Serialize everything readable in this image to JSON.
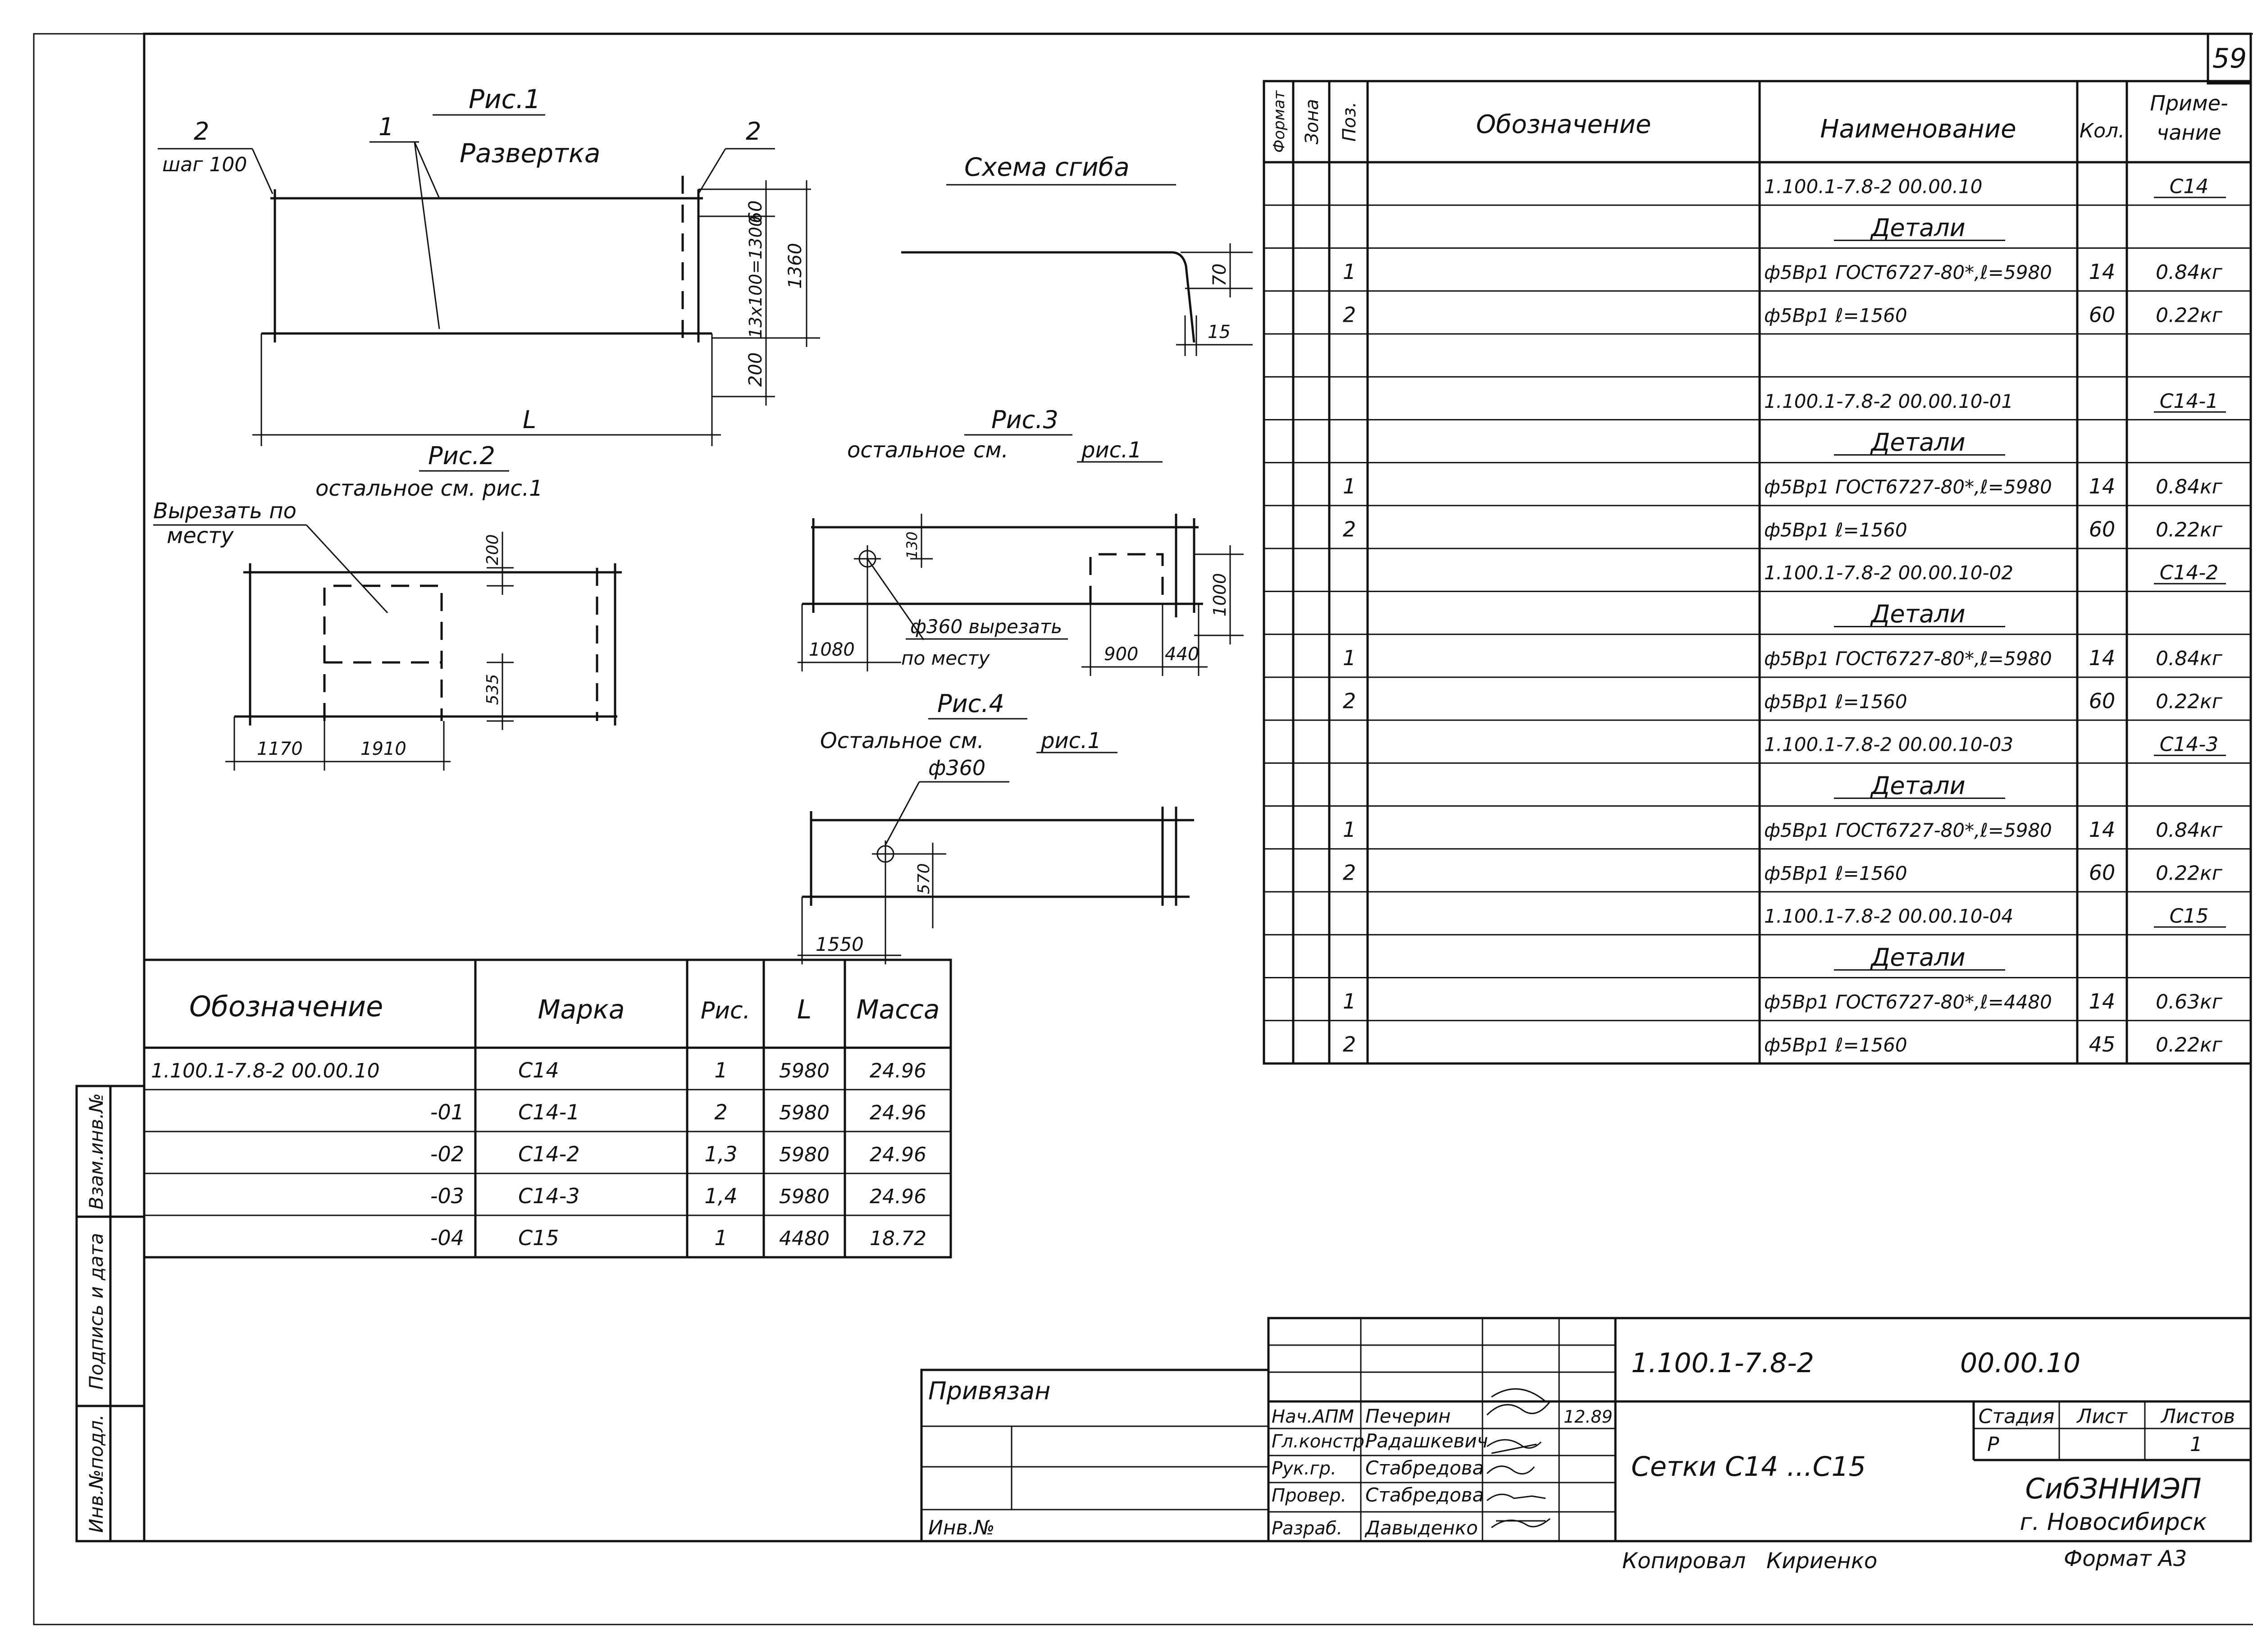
{
  "sheet_number": "59",
  "figures": {
    "fig1": {
      "title": "Рис.1",
      "subtitle": "Развертка",
      "callout_1": "1",
      "callout_2a": "2",
      "callout_2a_note": "шаг 100",
      "callout_2b": "2",
      "dim_60": "60",
      "dim_13x100": "13х100=1300",
      "dim_1360": "1360",
      "dim_200": "200",
      "dim_L": "L"
    },
    "bend": {
      "title": "Схема сгиба",
      "dim_70": "70",
      "dim_15": "15"
    },
    "fig2": {
      "title": "Рис.2",
      "note": "остальное см. рис.1",
      "cut_note_1": "Вырезать по",
      "cut_note_2": "месту",
      "dim_200": "200",
      "dim_535": "535",
      "dim_1170": "1170",
      "dim_1910": "1910"
    },
    "fig3": {
      "title": "Рис.3",
      "note_a": "остальное",
      "note_b": "см.",
      "note_c": "рис.1",
      "dim_130": "130",
      "dim_1000": "1000",
      "dim_1080": "1080",
      "dim_900": "900",
      "dim_440": "440",
      "cut_1": "ф360 вырезать",
      "cut_2": "по месту"
    },
    "fig4": {
      "title": "Рис.4",
      "note": "Остальное см.",
      "note_ref": "рис.1",
      "dia": "ф360",
      "dim_570": "570",
      "dim_1550": "1550"
    }
  },
  "spec": {
    "headers": {
      "format": "Формат",
      "zone": "Зона",
      "pos": "Поз.",
      "designation": "Обозначение",
      "name": "Наименование",
      "qty": "Кол.",
      "note": "Приме-\nчание"
    },
    "rows": [
      {
        "pos": "",
        "name": "1.100.1-7.8-2  00.00.10",
        "qty": "",
        "note": "С14",
        "kind": "doc"
      },
      {
        "pos": "",
        "name": "Детали",
        "qty": "",
        "note": "",
        "kind": "section"
      },
      {
        "pos": "1",
        "name": "ф5Вр1 ГОСТ6727-80*,ℓ=5980",
        "qty": "14",
        "note": "0.84кг",
        "kind": "item"
      },
      {
        "pos": "2",
        "name": "ф5Вр1        ℓ=1560",
        "qty": "60",
        "note": "0.22кг",
        "kind": "item"
      },
      {
        "pos": "",
        "name": "",
        "qty": "",
        "note": "",
        "kind": "blank"
      },
      {
        "pos": "",
        "name": "1.100.1-7.8-2  00.00.10-01",
        "qty": "",
        "note": "С14-1",
        "kind": "doc"
      },
      {
        "pos": "",
        "name": "Детали",
        "qty": "",
        "note": "",
        "kind": "section"
      },
      {
        "pos": "1",
        "name": "ф5Вр1 ГОСТ6727-80*,ℓ=5980",
        "qty": "14",
        "note": "0.84кг",
        "kind": "item"
      },
      {
        "pos": "2",
        "name": "ф5Вр1        ℓ=1560",
        "qty": "60",
        "note": "0.22кг",
        "kind": "item"
      },
      {
        "pos": "",
        "name": "1.100.1-7.8-2  00.00.10-02",
        "qty": "",
        "note": "С14-2",
        "kind": "doc"
      },
      {
        "pos": "",
        "name": "Детали",
        "qty": "",
        "note": "",
        "kind": "section"
      },
      {
        "pos": "1",
        "name": "ф5Вр1 ГОСТ6727-80*,ℓ=5980",
        "qty": "14",
        "note": "0.84кг",
        "kind": "item"
      },
      {
        "pos": "2",
        "name": "ф5Вр1        ℓ=1560",
        "qty": "60",
        "note": "0.22кг",
        "kind": "item"
      },
      {
        "pos": "",
        "name": "1.100.1-7.8-2  00.00.10-03",
        "qty": "",
        "note": "С14-3",
        "kind": "doc"
      },
      {
        "pos": "",
        "name": "Детали",
        "qty": "",
        "note": "",
        "kind": "section"
      },
      {
        "pos": "1",
        "name": "ф5Вр1 ГОСТ6727-80*,ℓ=5980",
        "qty": "14",
        "note": "0.84кг",
        "kind": "item"
      },
      {
        "pos": "2",
        "name": "ф5Вр1        ℓ=1560",
        "qty": "60",
        "note": "0.22кг",
        "kind": "item"
      },
      {
        "pos": "",
        "name": "1.100.1-7.8-2  00.00.10-04",
        "qty": "",
        "note": "С15",
        "kind": "doc"
      },
      {
        "pos": "",
        "name": "Детали",
        "qty": "",
        "note": "",
        "kind": "section"
      },
      {
        "pos": "1",
        "name": "ф5Вр1 ГОСТ6727-80*,ℓ=4480",
        "qty": "14",
        "note": "0.63кг",
        "kind": "item"
      },
      {
        "pos": "2",
        "name": "ф5Вр1        ℓ=1560",
        "qty": "45",
        "note": "0.22кг",
        "kind": "item"
      }
    ]
  },
  "marks": {
    "headers": {
      "designation": "Обозначение",
      "mark": "Марка",
      "fig": "Рис.",
      "L": "L",
      "mass": "Масса"
    },
    "rows": [
      {
        "designation": "1.100.1-7.8-2    00.00.10",
        "mark": "С14",
        "fig": "1",
        "L": "5980",
        "mass": "24.96"
      },
      {
        "designation": "-01",
        "mark": "С14-1",
        "fig": "2",
        "L": "5980",
        "mass": "24.96"
      },
      {
        "designation": "-02",
        "mark": "С14-2",
        "fig": "1,3",
        "L": "5980",
        "mass": "24.96"
      },
      {
        "designation": "-03",
        "mark": "С14-3",
        "fig": "1,4",
        "L": "5980",
        "mass": "24.96"
      },
      {
        "designation": "-04",
        "mark": "С15",
        "fig": "1",
        "L": "4480",
        "mass": "18.72"
      }
    ]
  },
  "side_stamp": {
    "vzam": "Взам.инв.№",
    "podpis": "Подпись и дата",
    "inv": "Инв.№подл."
  },
  "title_block": {
    "code": "1.100.1-7.8-2",
    "code2": "00.00.10",
    "privyazan": "Привязан",
    "inv_no": "Инв.№",
    "roles": [
      {
        "role": "Нач.АПМ",
        "name": "Печерин",
        "date": "12.89"
      },
      {
        "role": "Гл.констр.",
        "name": "Радашкевич",
        "date": ""
      },
      {
        "role": "Рук.гр.",
        "name": "Стабредова",
        "date": ""
      },
      {
        "role": "Провер.",
        "name": "Стабредова",
        "date": ""
      },
      {
        "role": "Разраб.",
        "name": "Давыденко",
        "date": ""
      }
    ],
    "title": "Сетки  С14 ...С15",
    "stage_label": "Стадия",
    "sheet_label": "Лист",
    "sheets_label": "Листов",
    "stage": "Р",
    "sheets": "1",
    "org": "СибЗННИЭП",
    "city": "г. Новосибирск"
  },
  "footer": {
    "copied": "Копировал",
    "copier": "Кириенко",
    "format": "Формат А3"
  }
}
